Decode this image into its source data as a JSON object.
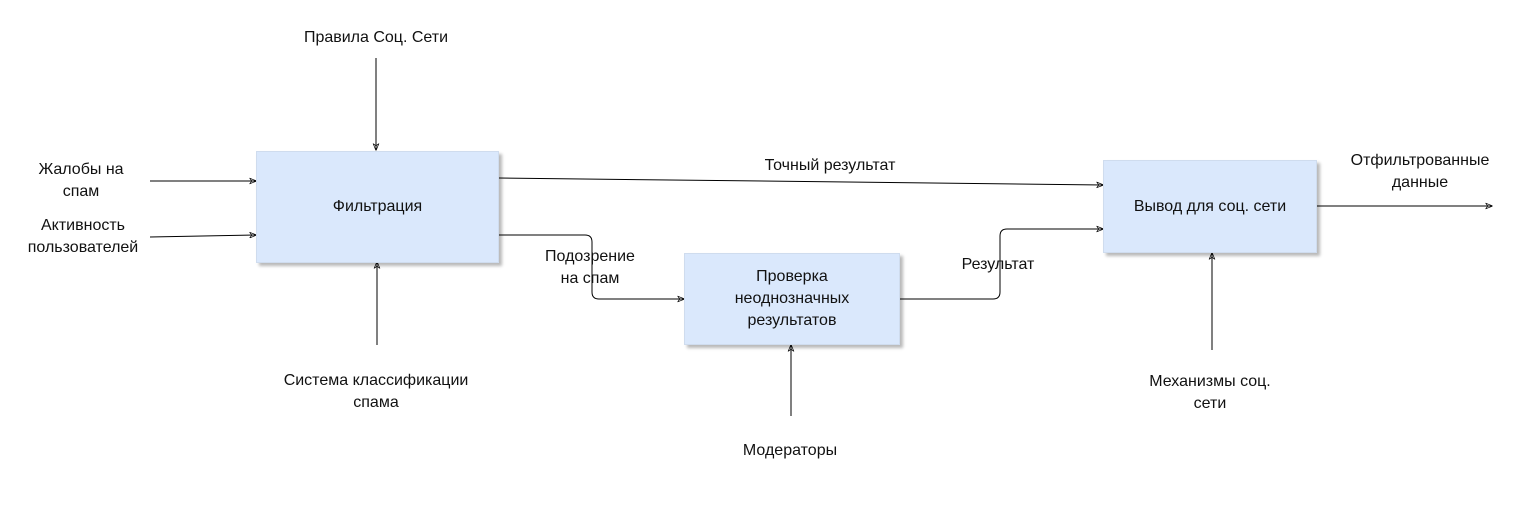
{
  "boxes": {
    "filter": "Фильтрация",
    "check": "Проверка\nнеоднозначных\nрезультатов",
    "output": "Вывод для соц. сети"
  },
  "labels": {
    "rules": "Правила Соц. Сети",
    "complaints": "Жалобы на\nспам",
    "activity": "Активность\nпользователей",
    "classifier": "Система классификации\nспама",
    "exact_result": "Точный результат",
    "suspicion": "Подозрение\nна спам",
    "result": "Результат",
    "moderators": "Модераторы",
    "mechanisms": "Механизмы соц.\nсети",
    "filtered": "Отфильтрованные\nданные"
  }
}
